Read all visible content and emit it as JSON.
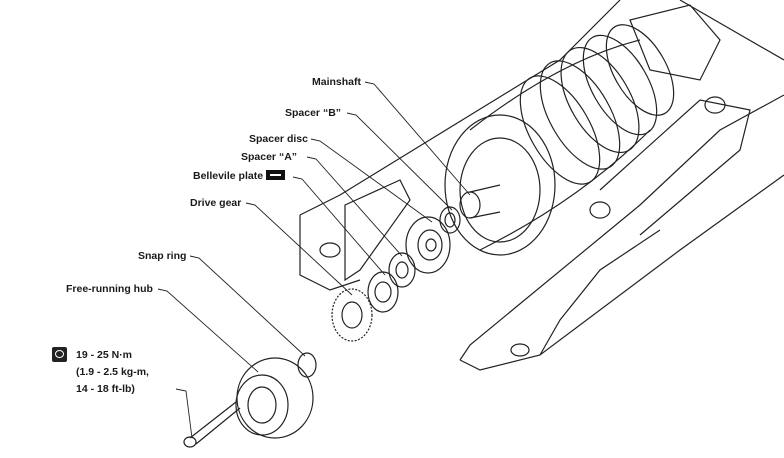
{
  "labels": {
    "mainshaft": "Mainshaft",
    "spacer_b": "Spacer “B”",
    "spacer_disc": "Spacer disc",
    "spacer_a": "Spacer “A”",
    "bellevile_plate": "Bellevile plate",
    "drive_gear": "Drive gear",
    "snap_ring": "Snap ring",
    "free_running_hub": "Free-running hub"
  },
  "torque": {
    "icon": "torque-wrench-icon",
    "line1": "19 - 25 N·m",
    "line2": "(1.9 - 2.5 kg-m,",
    "line3": "14 - 18 ft-lb)"
  },
  "colors": {
    "ink": "#1a1a1a",
    "background": "#ffffff"
  }
}
